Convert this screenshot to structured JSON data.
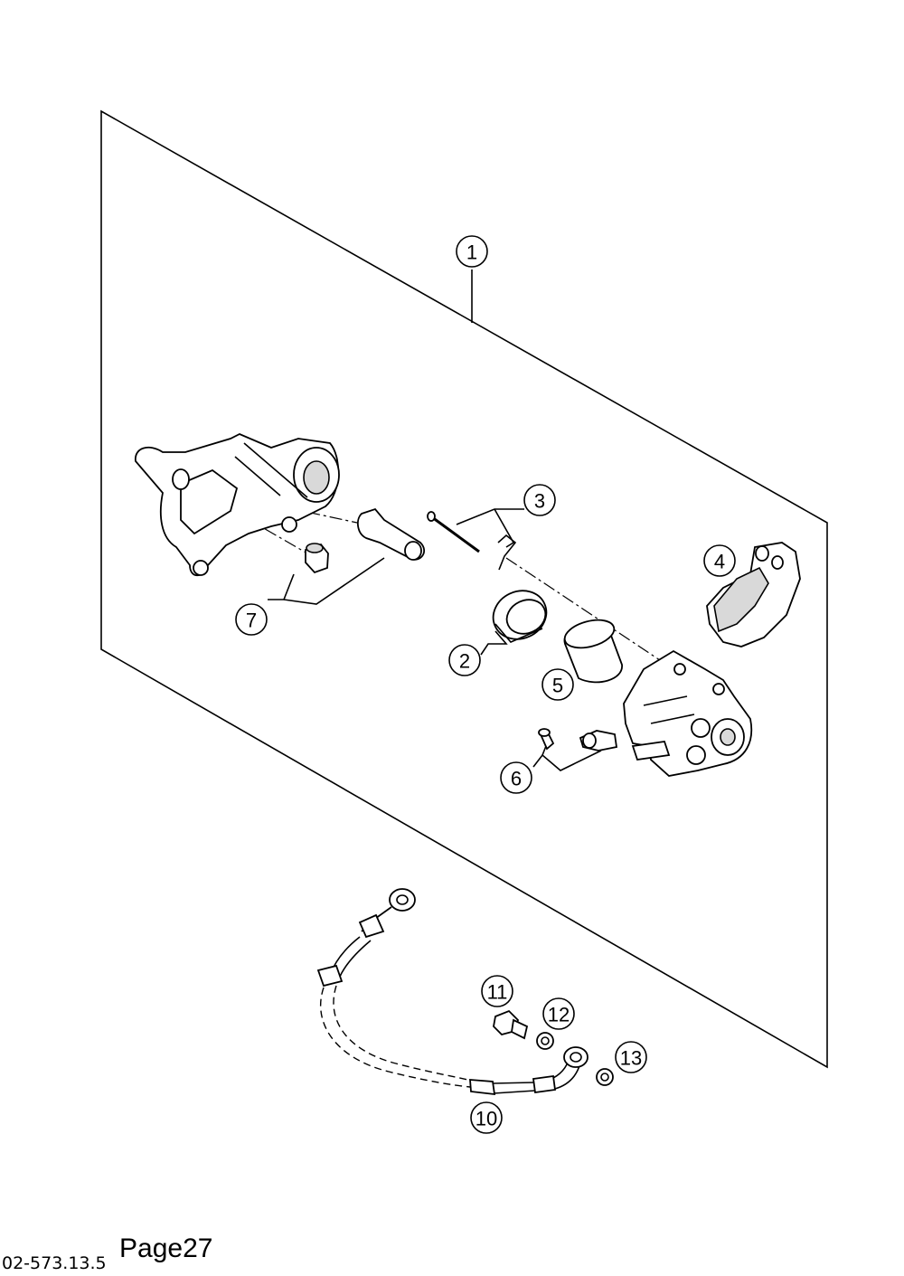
{
  "callouts": {
    "c1": "1",
    "c2": "2",
    "c3": "3",
    "c4": "4",
    "c5": "5",
    "c6": "6",
    "c7": "7",
    "c10": "10",
    "c11": "11",
    "c12": "12",
    "c13": "13"
  },
  "footer": {
    "code": "02-573.13.5",
    "page": "Page27"
  }
}
